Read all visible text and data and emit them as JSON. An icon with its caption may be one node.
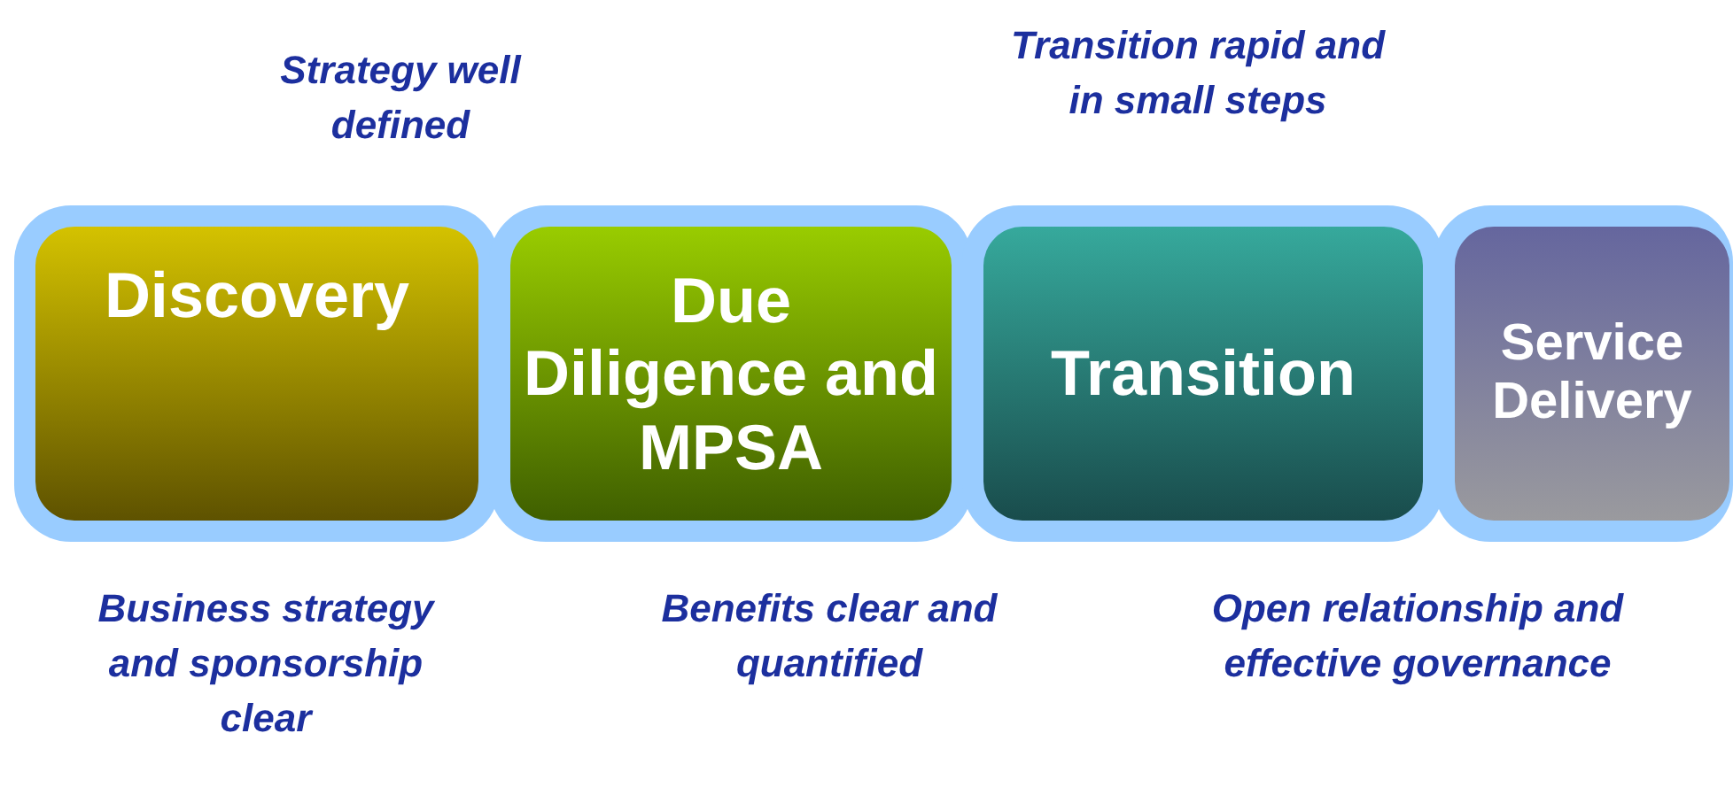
{
  "diagram": {
    "nodes": [
      {
        "text": [
          "Discovery"
        ]
      },
      {
        "text": [
          "Due Diligence and MPSA"
        ]
      },
      {
        "text": [
          "Transition"
        ]
      },
      {
        "text": [
          "Service Delivery"
        ]
      }
    ],
    "labels": [
      "Strategy well defined",
      "Transition rapid and in small steps",
      "Business strategy and sponsorship clear",
      "Benefits clear and quantified",
      "Open relationship and effective governance"
    ]
  }
}
